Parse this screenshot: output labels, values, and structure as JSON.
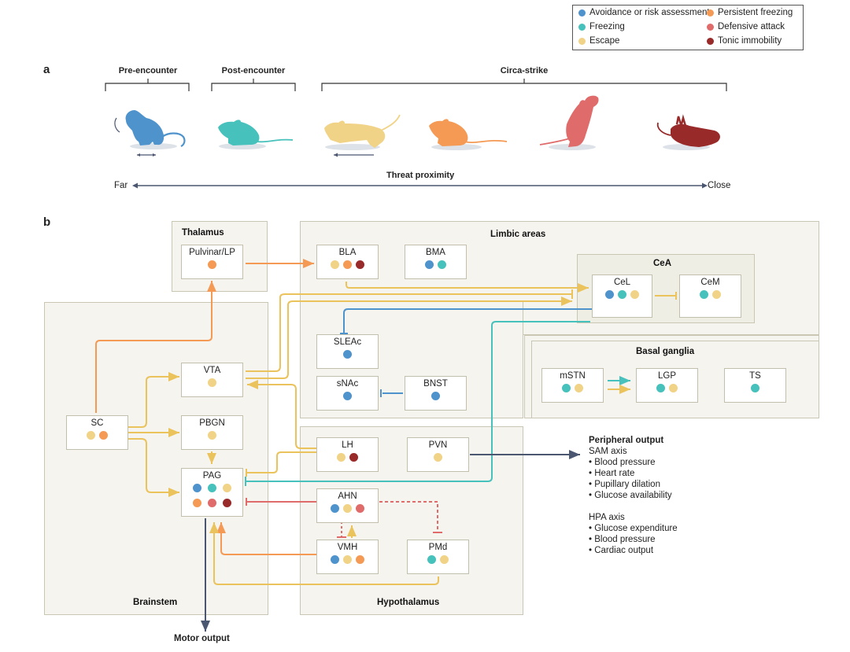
{
  "colors": {
    "avoidance": "#4f93cc",
    "freezing": "#47c1bb",
    "escape": "#f1d387",
    "persistent_freezing": "#f49a55",
    "defensive_attack": "#e06b6b",
    "tonic_immobility": "#992a2a",
    "axis": "#4b5670",
    "region_fill": "#f5f4ef",
    "region_border": "#c9c7b3"
  },
  "legend": {
    "items": [
      {
        "key": "avoidance",
        "label": "Avoidance or risk assessment"
      },
      {
        "key": "freezing",
        "label": "Freezing"
      },
      {
        "key": "escape",
        "label": "Escape"
      },
      {
        "key": "persistent_freezing",
        "label": "Persistent freezing"
      },
      {
        "key": "defensive_attack",
        "label": "Defensive attack"
      },
      {
        "key": "tonic_immobility",
        "label": "Tonic immobility"
      }
    ]
  },
  "panel_a": {
    "letter": "a",
    "phases": [
      "Pre-encounter",
      "Post-encounter",
      "Circa-strike"
    ],
    "animals": [
      {
        "behavior": "avoidance",
        "pose": "rearing-sniffing"
      },
      {
        "behavior": "freezing",
        "pose": "crouched"
      },
      {
        "behavior": "escape",
        "pose": "running"
      },
      {
        "behavior": "persistent_freezing",
        "pose": "crouched"
      },
      {
        "behavior": "defensive_attack",
        "pose": "upright"
      },
      {
        "behavior": "tonic_immobility",
        "pose": "on-back"
      }
    ],
    "axis_title": "Threat proximity",
    "axis_left": "Far",
    "axis_right": "Close"
  },
  "panel_b": {
    "letter": "b",
    "regions": {
      "thalamus": "Thalamus",
      "limbic": "Limbic areas",
      "cea": "CeA",
      "basal_ganglia": "Basal ganglia",
      "brainstem": "Brainstem",
      "hypothalamus": "Hypothalamus"
    },
    "nodes": {
      "pulvinar": {
        "label": "Pulvinar/LP",
        "dots": [
          "persistent_freezing"
        ]
      },
      "bla": {
        "label": "BLA",
        "dots": [
          "escape",
          "persistent_freezing",
          "tonic_immobility"
        ]
      },
      "bma": {
        "label": "BMA",
        "dots": [
          "avoidance",
          "freezing"
        ]
      },
      "cel": {
        "label": "CeL",
        "dots": [
          "avoidance",
          "freezing",
          "escape"
        ]
      },
      "cem": {
        "label": "CeM",
        "dots": [
          "freezing",
          "escape"
        ]
      },
      "sleac": {
        "label": "SLEAc",
        "dots": [
          "avoidance"
        ]
      },
      "snac": {
        "label": "sNAc",
        "dots": [
          "avoidance"
        ]
      },
      "bnst": {
        "label": "BNST",
        "dots": [
          "avoidance"
        ]
      },
      "mstn": {
        "label": "mSTN",
        "dots": [
          "freezing",
          "escape"
        ]
      },
      "lgp": {
        "label": "LGP",
        "dots": [
          "freezing",
          "escape"
        ]
      },
      "ts": {
        "label": "TS",
        "dots": [
          "freezing"
        ]
      },
      "vta": {
        "label": "VTA",
        "dots": [
          "escape"
        ]
      },
      "sc": {
        "label": "SC",
        "dots": [
          "escape",
          "persistent_freezing"
        ]
      },
      "pbgn": {
        "label": "PBGN",
        "dots": [
          "escape"
        ]
      },
      "pag": {
        "label": "PAG",
        "dots": [
          "avoidance",
          "freezing",
          "escape",
          "persistent_freezing",
          "defensive_attack",
          "tonic_immobility"
        ]
      },
      "lh": {
        "label": "LH",
        "dots": [
          "escape",
          "tonic_immobility"
        ]
      },
      "pvn": {
        "label": "PVN",
        "dots": [
          "escape"
        ]
      },
      "ahn": {
        "label": "AHN",
        "dots": [
          "avoidance",
          "escape",
          "defensive_attack"
        ]
      },
      "vmh": {
        "label": "VMH",
        "dots": [
          "avoidance",
          "escape",
          "persistent_freezing"
        ]
      },
      "pmd": {
        "label": "PMd",
        "dots": [
          "freezing",
          "escape"
        ]
      }
    },
    "motor_output": "Motor output",
    "peripheral_output": {
      "title": "Peripheral output",
      "sam_title": "SAM axis",
      "sam_items": [
        "Blood pressure",
        "Heart rate",
        "Pupillary dilation",
        "Glucose availability"
      ],
      "hpa_title": "HPA axis",
      "hpa_items": [
        "Glucose expenditure",
        "Blood pressure",
        "Cardiac output"
      ]
    }
  }
}
